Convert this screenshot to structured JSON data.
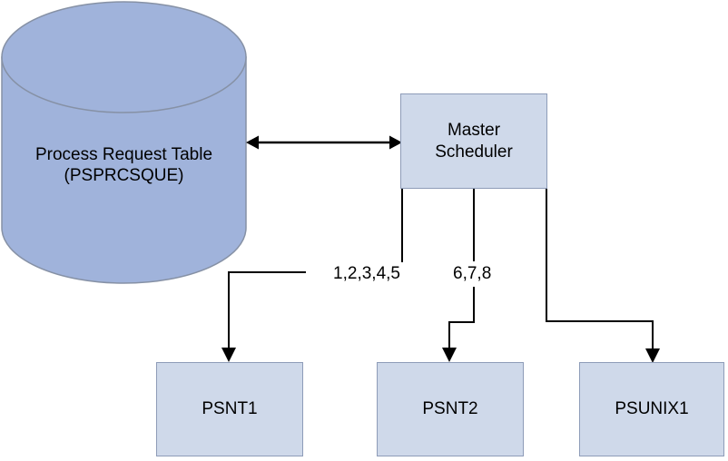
{
  "diagram": {
    "database": {
      "label": "Process Request Table\n(PSPRCSQUE)"
    },
    "scheduler": {
      "label": "Master\nScheduler"
    },
    "process_servers": [
      {
        "label": "PSNT1"
      },
      {
        "label": "PSNT2"
      },
      {
        "label": "PSUNIX1"
      }
    ],
    "connector_labels": {
      "psnt1_queue": "1,2,3,4,5",
      "psnt2_queue": "6,7,8"
    },
    "colors": {
      "cylinder_fill": "#a0b3db",
      "cylinder_stroke": "#8691a5",
      "box_fill": "#cfd9ea",
      "box_stroke": "#8e9cb8",
      "connector": "#000000",
      "text": "#000000",
      "background": "#ffffff"
    }
  }
}
